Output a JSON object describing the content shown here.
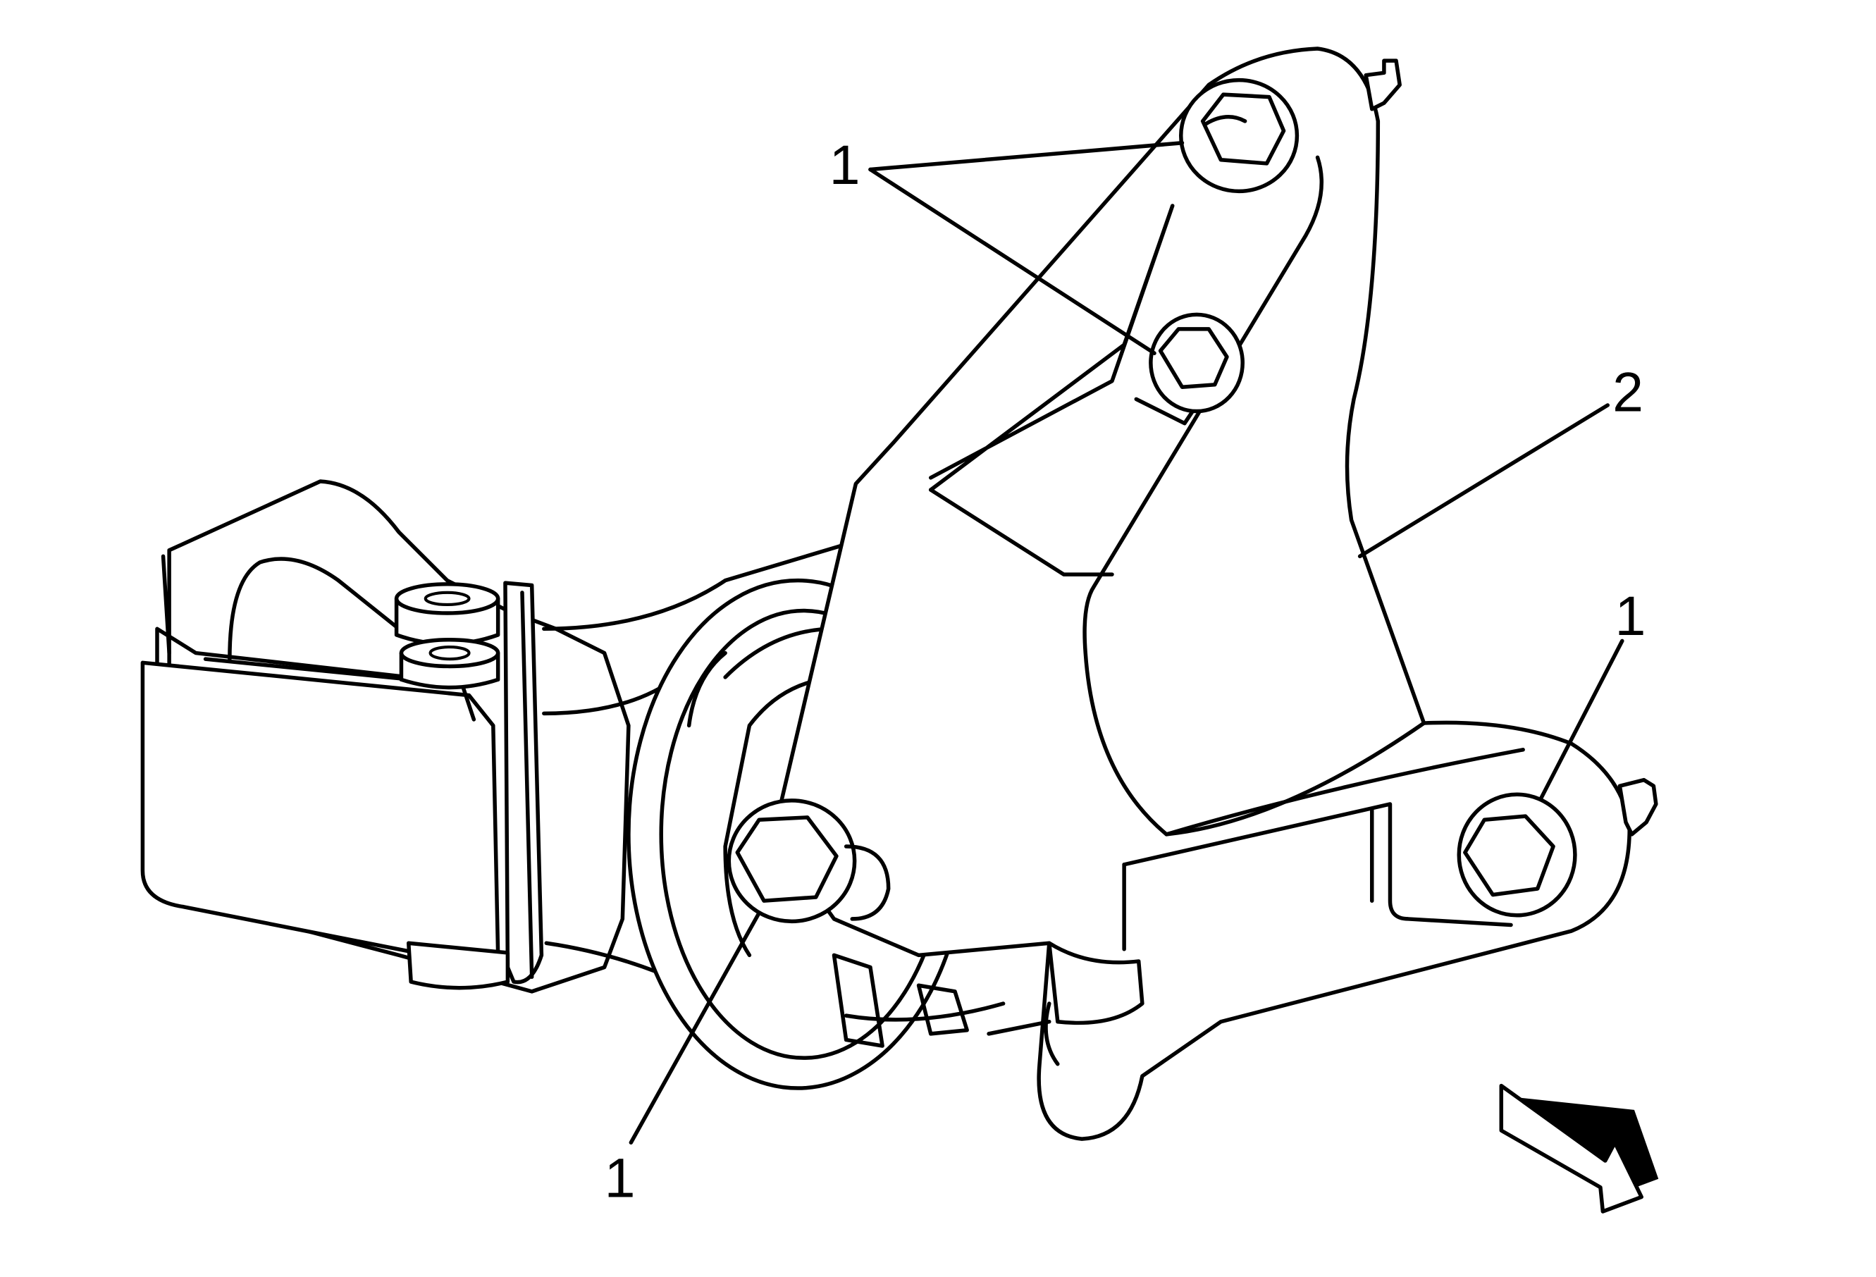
{
  "callouts": [
    {
      "id": "bolt-upper",
      "label": "1"
    },
    {
      "id": "bracket",
      "label": "2"
    },
    {
      "id": "bolt-right",
      "label": "1"
    },
    {
      "id": "bolt-lower",
      "label": "1"
    }
  ],
  "icons": [
    "view-direction-arrow-icon"
  ]
}
